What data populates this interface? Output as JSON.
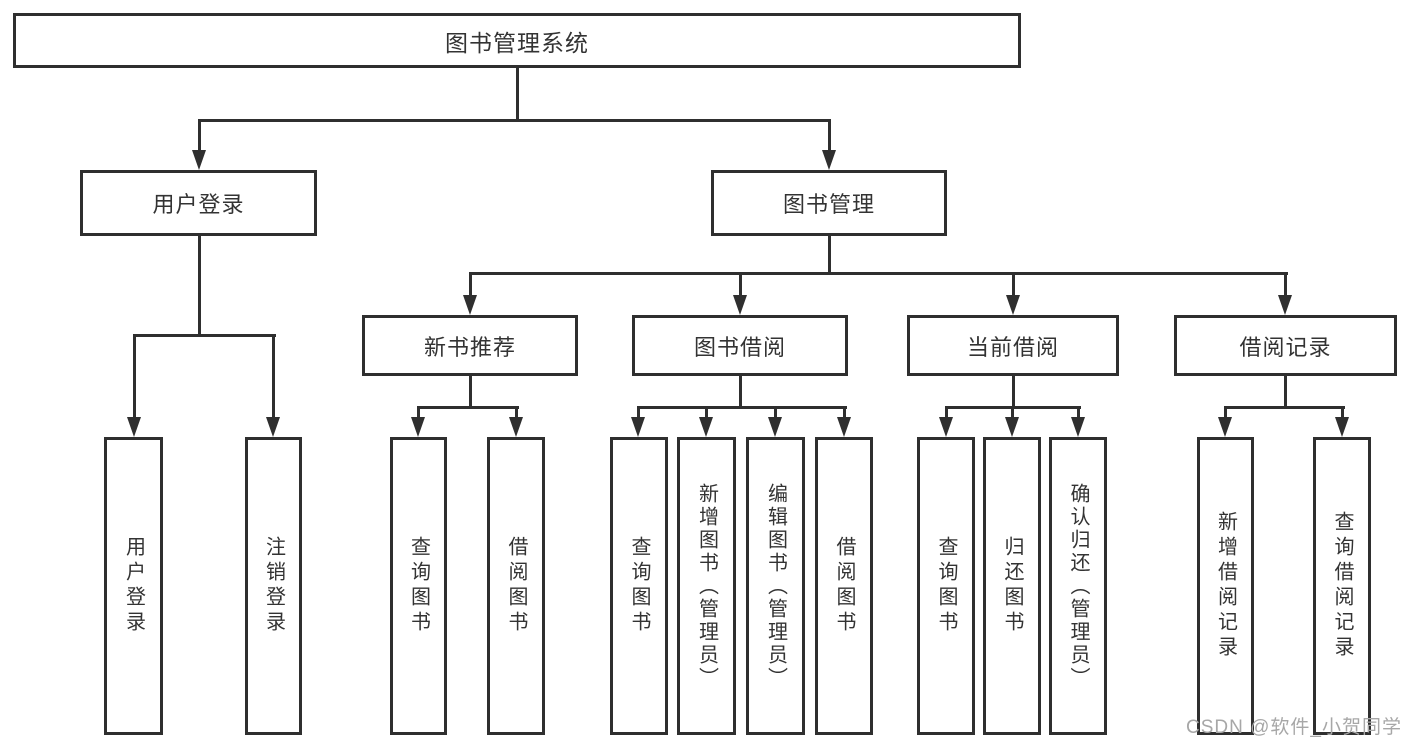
{
  "diagram": {
    "watermark": "CSDN @软件_小贺同学",
    "colors": {
      "line": "#2f2f2f",
      "text": "#333333",
      "box_background": "#ffffff",
      "watermark": "#a7a7a7"
    },
    "nodes": {
      "root": {
        "label": "图书管理系统"
      },
      "user_login": {
        "label": "用户登录"
      },
      "book_mgmt": {
        "label": "图书管理"
      },
      "new_book_rec": {
        "label": "新书推荐"
      },
      "book_borrow": {
        "label": "图书借阅"
      },
      "current_borrow": {
        "label": "当前借阅"
      },
      "borrow_records": {
        "label": "借阅记录"
      },
      "leaf_user_login": {
        "label": "用户登录"
      },
      "leaf_logout": {
        "label": "注销登录"
      },
      "leaf_query_book_rec": {
        "label": "查询图书"
      },
      "leaf_borrow_book_rec": {
        "label": "借阅图书"
      },
      "leaf_query_book_borrow": {
        "label": "查询图书"
      },
      "leaf_add_book": {
        "label": "新增图书（管理员）"
      },
      "leaf_edit_book": {
        "label": "编辑图书（管理员）"
      },
      "leaf_borrow_book_borrow": {
        "label": "借阅图书"
      },
      "leaf_query_book_current": {
        "label": "查询图书"
      },
      "leaf_return_book": {
        "label": "归还图书"
      },
      "leaf_confirm_return": {
        "label": "确认归还（管理员）"
      },
      "leaf_add_borrow_record": {
        "label": "新增借阅记录"
      },
      "leaf_query_borrow_record": {
        "label": "查询借阅记录"
      }
    }
  }
}
